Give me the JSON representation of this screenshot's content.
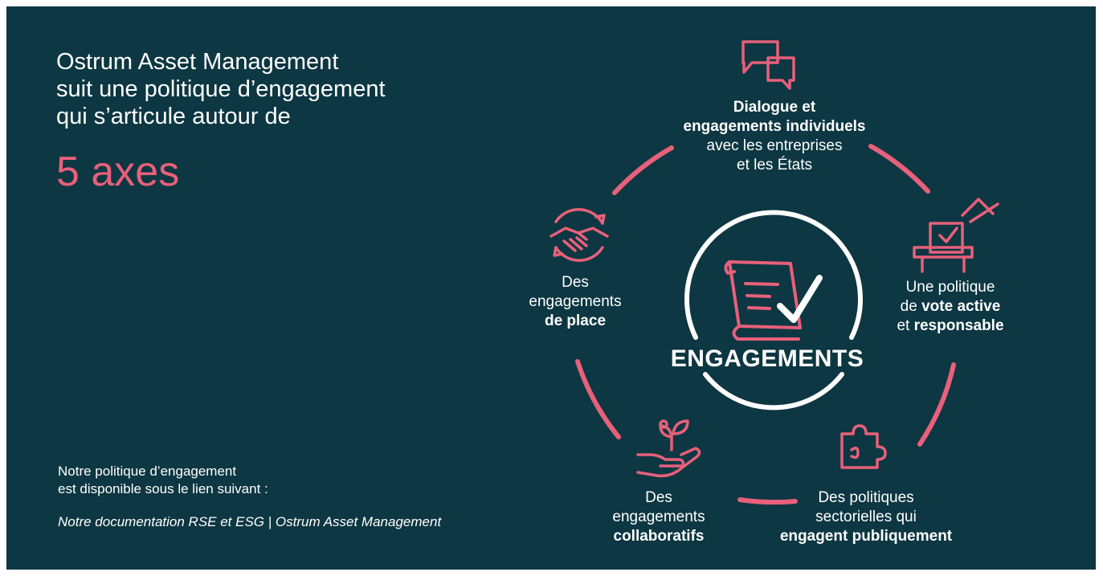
{
  "heading": {
    "line1": "Ostrum Asset Management",
    "line2": "suit une politique d’engagement",
    "line3": "qui s’articule autour de",
    "highlight": "5 axes"
  },
  "note": {
    "line1": "Notre politique d’engagement",
    "line2": "est disponible sous le lien suivant :",
    "link": "Notre documentation RSE et ESG | Ostrum Asset Management"
  },
  "center": {
    "title": "ENGAGEMENTS",
    "icon": "scroll-check-icon"
  },
  "axes": [
    {
      "icon": "speech-bubbles-icon",
      "bold1": "Dialogue et",
      "bold2": "engagements individuels",
      "line3": "avec les  entreprises",
      "line4": "et les États"
    },
    {
      "icon": "ballot-box-icon",
      "line1": "Une politique",
      "pre2": "de ",
      "bold2": "vote active",
      "pre3": "et ",
      "bold3": "responsable"
    },
    {
      "icon": "puzzle-icon",
      "line1": "Des politiques",
      "line2": "sectorielles qui",
      "bold3": "engagent publiquement"
    },
    {
      "icon": "hand-plant-icon",
      "line1": "Des",
      "line2": "engagements",
      "bold3": "collaboratifs"
    },
    {
      "icon": "handshake-icon",
      "line1": "Des",
      "line2": "engagements",
      "bold3": "de place"
    }
  ],
  "colors": {
    "background": "#0d3742",
    "accent": "#e8607a",
    "text": "#ffffff"
  }
}
